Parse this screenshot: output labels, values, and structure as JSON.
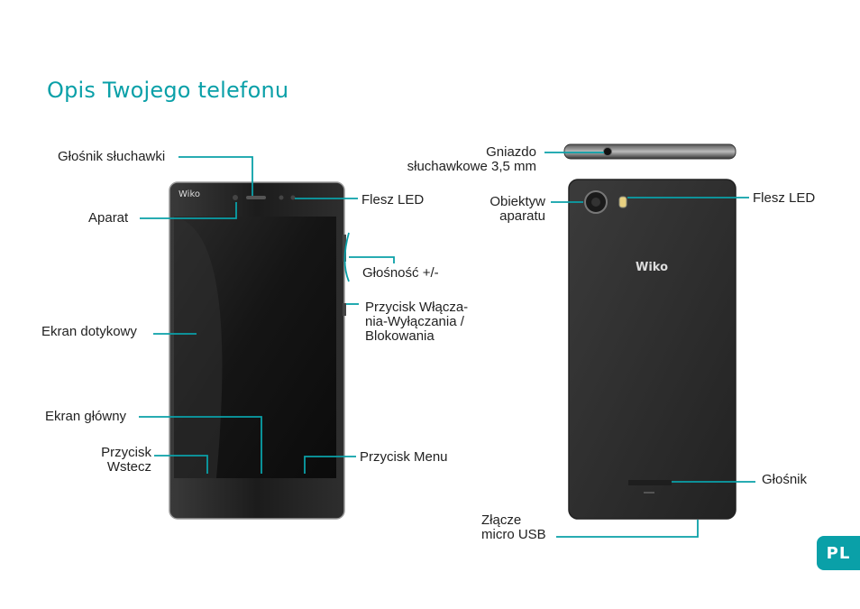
{
  "page": {
    "title": "Opis Twojego telefonu",
    "lang_badge": "PL"
  },
  "front_labels": {
    "earpiece": "Głośnik słuchawki",
    "camera": "Aparat",
    "touchscreen": "Ekran dotykowy",
    "home_screen": "Ekran główny",
    "back_button_line1": "Przycisk",
    "back_button_line2": "Wstecz",
    "flash_led": "Flesz LED",
    "volume": "Głośność +/-",
    "power_line1": "Przycisk Włącza-",
    "power_line2": "nia-Wyłączania /",
    "power_line3": "Blokowania",
    "menu_button": "Przycisk Menu"
  },
  "back_labels": {
    "jack_line1": "Gniazdo",
    "jack_line2": "słuchawkowe 3,5 mm",
    "lens_line1": "Obiektyw",
    "lens_line2": "aparatu",
    "flash_led": "Flesz LED",
    "speaker": "Głośnik",
    "usb_line1": "Złącze",
    "usb_line2": "micro USB"
  },
  "brand": {
    "logo_front": "Wiko",
    "logo_back": "Wiko"
  },
  "colors": {
    "accent": "#0aa0a8",
    "phone_body": "#2b2b2b",
    "screen": "#111111"
  }
}
